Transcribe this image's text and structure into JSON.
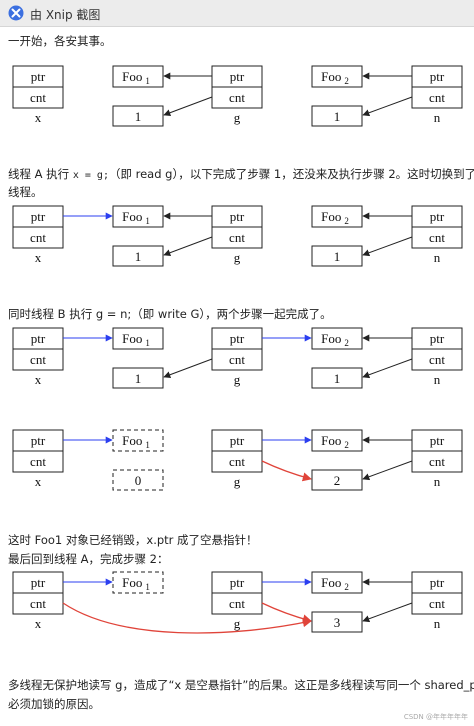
{
  "window": {
    "title": "由 Xnip 截图"
  },
  "paragraphs": {
    "p1": "一开始，各安其事。",
    "p2a_pre": "线程 A 执行 ",
    "p2a_code": "x = g;",
    "p2a_post": "（即 read g），以下完成了步骤 1，还没来及执行步骤 2。这时切换到了 B",
    "p2b": "线程。",
    "p3": "同时线程 B 执行 g = n;（即 write G），两个步骤一起完成了。",
    "p4": "这时 Foo1 对象已经销毁，x.ptr 成了空悬指针！",
    "p5": "最后回到线程 A，完成步骤 2：",
    "p6a": "多线程无保护地读写 g，造成了“x 是空悬指针”的后果。这正是多线程读写同一个 shared_ptr",
    "p6b": "必须加锁的原因。"
  },
  "labels": {
    "ptr": "ptr",
    "cnt": "cnt",
    "x": "x",
    "g": "g",
    "n": "n",
    "foo": "Foo",
    "sub1": "1",
    "sub2": "2"
  },
  "diagrams": {
    "d1": {
      "count_mid": "1",
      "count_right": "1"
    },
    "d2": {
      "count_mid": "1",
      "count_right": "1"
    },
    "d3": {
      "count_mid": "1",
      "count_right": "1"
    },
    "d4": {
      "count_left": "0",
      "count_right": "2"
    },
    "d5": {
      "count_right": "3"
    }
  },
  "colors": {
    "blue": "#2b3ff0",
    "red": "#e0443a",
    "line": "#222222"
  },
  "footer": "CSDN @年年年年年"
}
